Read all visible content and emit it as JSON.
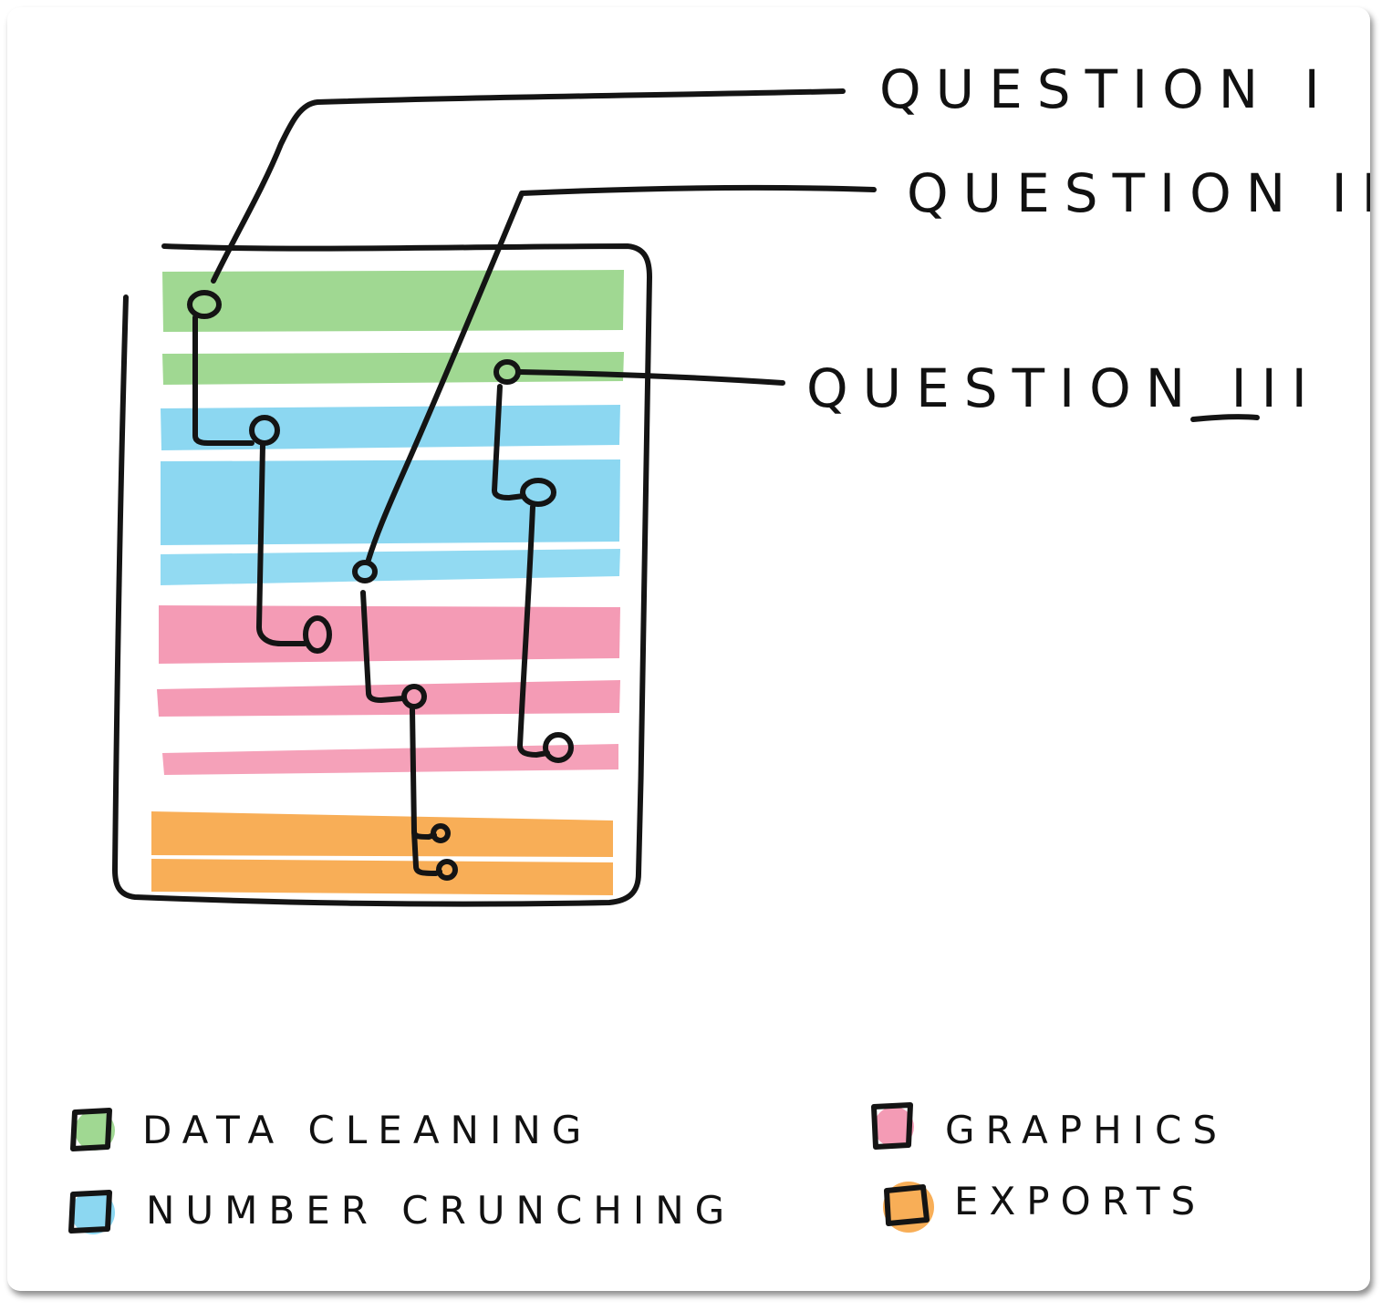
{
  "questions": [
    {
      "id": "q1",
      "label": "QUESTION I"
    },
    {
      "id": "q2",
      "label": "QUESTION II"
    },
    {
      "id": "q3",
      "label": "QUESTION III"
    }
  ],
  "categories": [
    {
      "id": "data-cleaning",
      "label": "DATA CLEANING",
      "color": "#8fd17f"
    },
    {
      "id": "number-crunching",
      "label": "NUMBER CRUNCHING",
      "color": "#7fd3f0"
    },
    {
      "id": "graphics",
      "label": "GRAPHICS",
      "color": "#f28aa8"
    },
    {
      "id": "exports",
      "label": "EXPORTS",
      "color": "#f7a545"
    }
  ],
  "colors": {
    "ink": "#141414",
    "card_background": "#ffffff"
  }
}
